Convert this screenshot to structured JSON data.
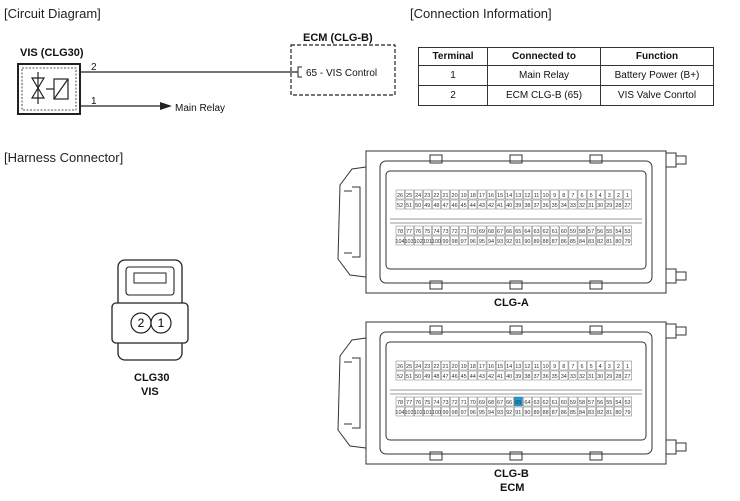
{
  "sections": {
    "circuit_title": "[Circuit Diagram]",
    "connection_title": "[Connection Information]",
    "harness_title": "[Harness Connector]"
  },
  "circuit": {
    "vis_label": "VIS (CLG30)",
    "ecm_label": "ECM (CLG-B)",
    "wire2_number": "2",
    "wire1_number": "1",
    "ecm_pin_text": "65 - VIS Control",
    "main_relay_text": "Main Relay"
  },
  "table": {
    "headers": [
      "Terminal",
      "Connected to",
      "Function"
    ],
    "rows": [
      [
        "1",
        "Main Relay",
        "Battery Power (B+)"
      ],
      [
        "2",
        "ECM CLG-B (65)",
        "VIS Valve Conrtol"
      ]
    ]
  },
  "connectors": {
    "vis_pins": [
      "2",
      "1"
    ],
    "vis_name": "CLG30",
    "vis_sub": "VIS",
    "clga_label": "CLG-A",
    "clgb_label": "CLG-B",
    "clgb_sub": "ECM",
    "highlight_pin": "65",
    "row1": [
      "26",
      "25",
      "24",
      "23",
      "22",
      "21",
      "20",
      "19",
      "18",
      "17",
      "16",
      "15",
      "14",
      "13",
      "12",
      "11",
      "10",
      "9",
      "8",
      "7",
      "6",
      "5",
      "4",
      "3",
      "2",
      "1"
    ],
    "row2": [
      "52",
      "51",
      "50",
      "49",
      "48",
      "47",
      "46",
      "45",
      "44",
      "43",
      "42",
      "41",
      "40",
      "39",
      "38",
      "37",
      "36",
      "35",
      "34",
      "33",
      "32",
      "31",
      "30",
      "29",
      "28",
      "27"
    ],
    "row3": [
      "78",
      "77",
      "76",
      "75",
      "74",
      "73",
      "72",
      "71",
      "70",
      "69",
      "68",
      "67",
      "66",
      "65",
      "64",
      "63",
      "62",
      "61",
      "60",
      "59",
      "58",
      "57",
      "56",
      "55",
      "54",
      "53"
    ],
    "row4": [
      "104",
      "103",
      "102",
      "101",
      "100",
      "99",
      "98",
      "97",
      "96",
      "95",
      "94",
      "93",
      "92",
      "91",
      "90",
      "89",
      "88",
      "87",
      "86",
      "85",
      "84",
      "83",
      "82",
      "81",
      "80",
      "79"
    ]
  },
  "colors": {
    "line": "#222222",
    "highlight": "#1a9bd7"
  }
}
